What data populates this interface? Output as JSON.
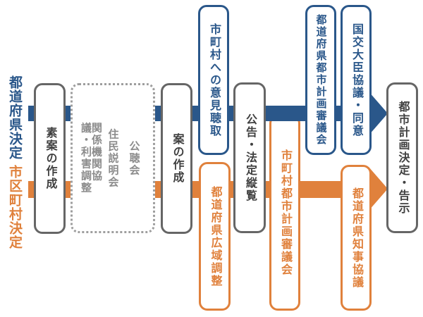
{
  "diagram": {
    "row_labels": {
      "prefecture": "都道府県決定",
      "municipality": "市区町村決定"
    },
    "process": {
      "draft": "素案の作成",
      "consultation": {
        "agency": "関係機関協議・利害調整",
        "residents": "住民説明会",
        "hearing": "公聴会"
      },
      "plan": "案の作成",
      "notice": "公告・法定縦覧",
      "final": "都市計画決定・告示"
    },
    "prefecture_route": {
      "hearing": "市町村への意見聴取",
      "council": "都道府県都市計画審議会",
      "minister": "国交大臣協議・同意"
    },
    "municipality_route": {
      "regional": "都道府県広域調整",
      "council": "市町村都市計画審議会",
      "governor": "都道府県知事協議"
    },
    "colors": {
      "prefecture_blue": "#2a578a",
      "municipality_orange": "#e0813c",
      "box_gray": "#666666",
      "dotted_gray": "#9e9e9e"
    }
  }
}
